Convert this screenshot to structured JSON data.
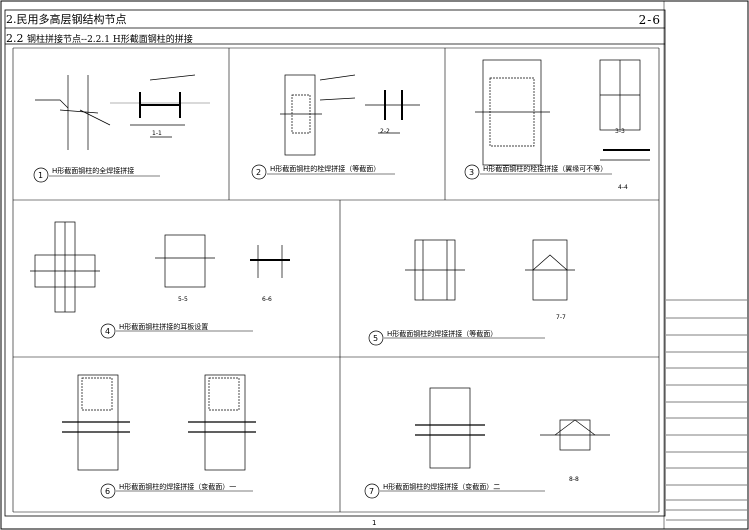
{
  "header": {
    "chapter": "2.民用多高层钢结构节点",
    "page_no": "2-6",
    "section_no": "2.2",
    "section_title": "钢柱拼接节点--2.2.1 H形截面钢柱的拼接"
  },
  "details": [
    {
      "no": "1",
      "title": "H形截面钢柱的全焊接拼接"
    },
    {
      "no": "2",
      "title": "H形截面钢柱的栓焊拼接（等截面）"
    },
    {
      "no": "3",
      "title": "H形截面钢柱的栓接拼接（翼缘可不等）"
    },
    {
      "no": "4",
      "title": "H形截面钢柱拼接的耳板设置"
    },
    {
      "no": "5",
      "title": "H形截面钢柱的焊接拼接（等截面）"
    },
    {
      "no": "6",
      "title": "H形截面钢柱的焊接拼接（变截面）一"
    },
    {
      "no": "7",
      "title": "H形截面钢柱的焊接拼接（变截面）二"
    }
  ],
  "section_marks": [
    "1-1",
    "2-2",
    "3-3",
    "4-4",
    "5-5",
    "6-6",
    "7-7",
    "8-8"
  ],
  "page_number": "1"
}
